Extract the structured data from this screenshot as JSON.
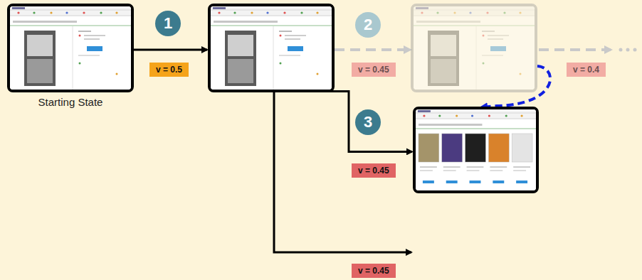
{
  "diagram": {
    "nodes": [
      {
        "text": [
          "Starting State"
        ]
      },
      {
        "text": []
      },
      {
        "text": []
      },
      {
        "text": []
      }
    ],
    "edges": [
      {
        "from": 0,
        "to": 1,
        "arrow": "to",
        "label": "v = 0.5"
      },
      {
        "from": 1,
        "to": 2,
        "arrow": "to",
        "label": "v = 0.45"
      },
      {
        "from": 2,
        "to": 3,
        "arrow": "to"
      },
      {
        "from": 1,
        "to": 3,
        "arrow": "to",
        "label": "v = 0.45"
      }
    ],
    "labels": [
      "1",
      "2",
      "v = 0.4",
      "3",
      "v = 0.45"
    ]
  }
}
